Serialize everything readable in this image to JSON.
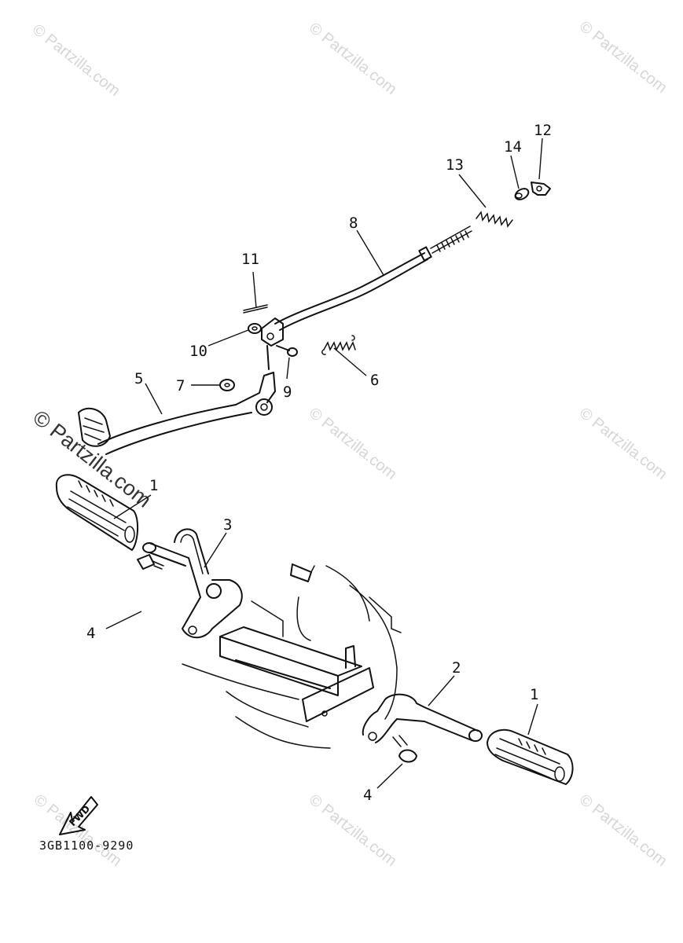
{
  "diagram": {
    "callouts": [
      {
        "id": "1a",
        "text": "1"
      },
      {
        "id": "1b",
        "text": "1"
      },
      {
        "id": "2",
        "text": "2"
      },
      {
        "id": "3",
        "text": "3"
      },
      {
        "id": "4a",
        "text": "4"
      },
      {
        "id": "4b",
        "text": "4"
      },
      {
        "id": "5",
        "text": "5"
      },
      {
        "id": "6",
        "text": "6"
      },
      {
        "id": "7",
        "text": "7"
      },
      {
        "id": "8",
        "text": "8"
      },
      {
        "id": "9",
        "text": "9"
      },
      {
        "id": "10",
        "text": "10"
      },
      {
        "id": "11",
        "text": "11"
      },
      {
        "id": "12",
        "text": "12"
      },
      {
        "id": "13",
        "text": "13"
      },
      {
        "id": "14",
        "text": "14"
      }
    ],
    "diagram_code": "3GB1100-9290",
    "fwd_label": "FWD",
    "watermark_text": "© Partzilla.com"
  }
}
